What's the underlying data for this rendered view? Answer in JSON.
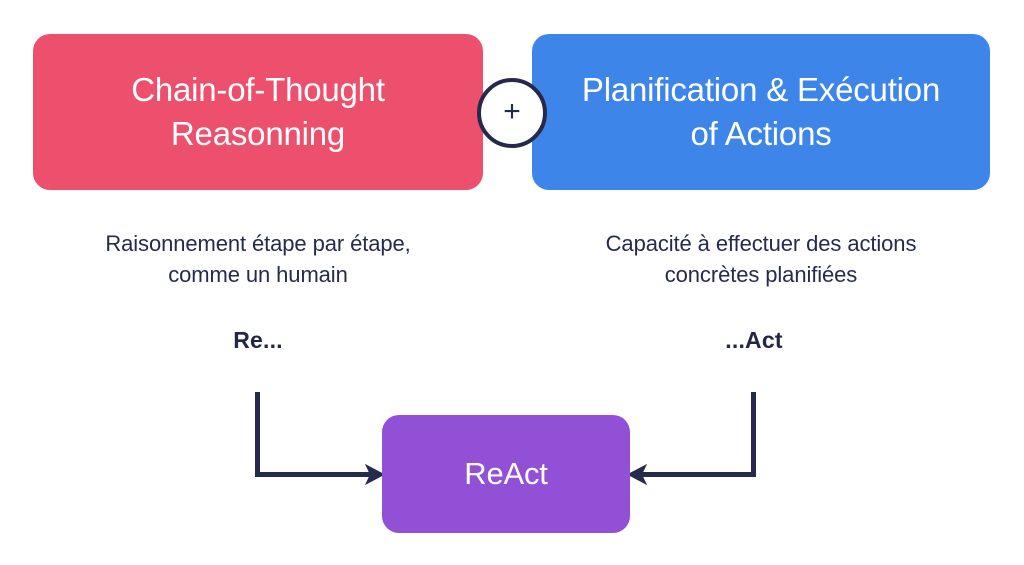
{
  "diagram": {
    "title_concept_left": "Chain-of-Thought\nReasonning",
    "title_concept_right": "Planification & Exécution\nof Actions",
    "combiner_symbol": "+",
    "caption_left": "Raisonnement étape par étape,\ncomme un humain",
    "caption_right": "Capacité à effectuer des actions\nconcrètes planifiées",
    "label_left_fragment": "Re...",
    "label_right_fragment": "...Act",
    "result_label": "ReAct"
  },
  "colors": {
    "cot_box": "#ec506c",
    "planning_box": "#3d85e8",
    "react_box": "#9150d6",
    "text_dark": "#262b4d",
    "connector": "#262b4d",
    "background": "#ffffff",
    "box_text": "#ffffff"
  },
  "icons": {
    "plus": "plus-icon",
    "arrow_left_to_react": "arrow-right-icon",
    "arrow_right_to_react": "arrow-left-icon"
  }
}
